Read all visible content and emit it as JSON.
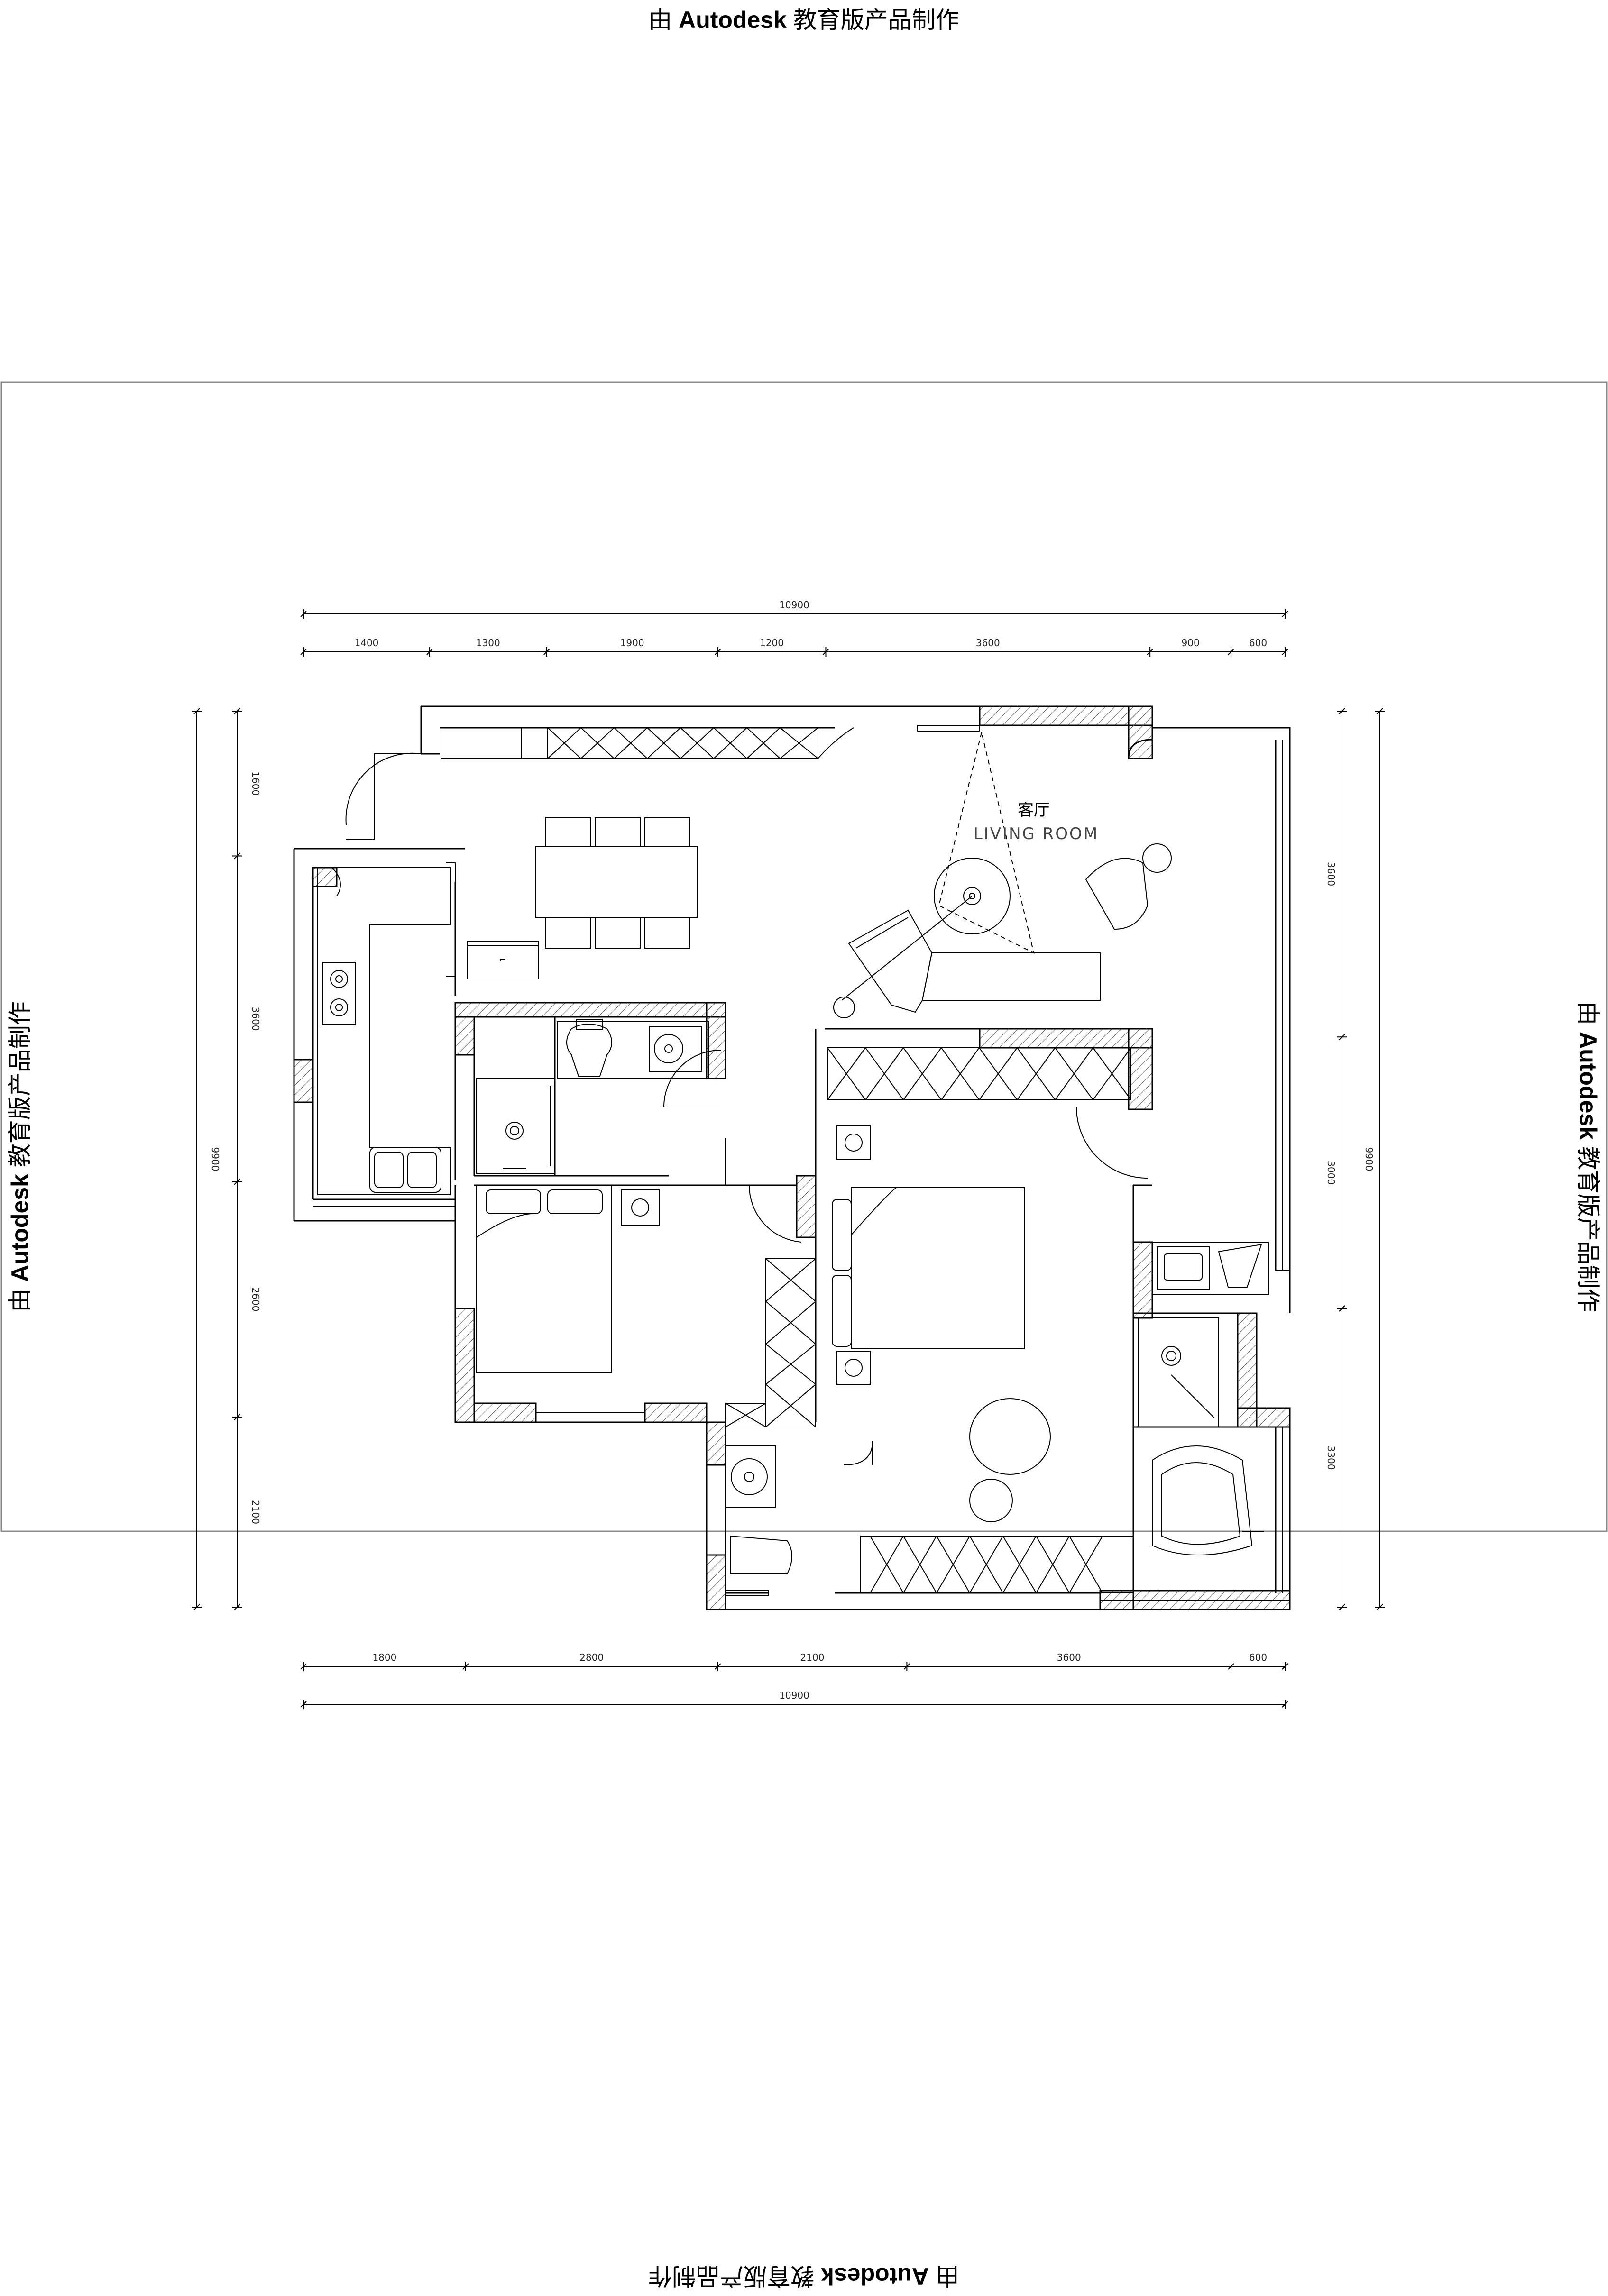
{
  "watermark": {
    "prefix": "由",
    "brand": "Autodesk",
    "suffix": "教育版产品制作"
  },
  "room_label": {
    "cn": "客厅",
    "en": "LIVING ROOM"
  },
  "dimensions": {
    "top_total": "10900",
    "top_segments": [
      "1400",
      "1300",
      "1900",
      "1200",
      "3600",
      "900",
      "600"
    ],
    "bottom_segments": [
      "1800",
      "2800",
      "2100",
      "3600",
      "600"
    ],
    "bottom_total": "10900",
    "left_total": "9900",
    "left_segments": [
      "1600",
      "3600",
      "2600",
      "2100"
    ],
    "right_segments": [
      "3600",
      "3000",
      "3300"
    ],
    "right_total": "9900"
  },
  "colors": {
    "line": "#000000",
    "hatch": "#555555",
    "frame": "#888888"
  }
}
